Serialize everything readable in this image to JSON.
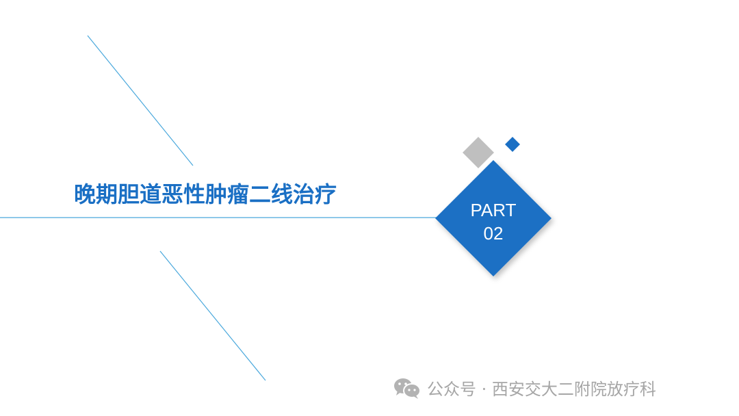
{
  "slide": {
    "title": "晚期胆道恶性肿瘤二线治疗",
    "part_label": "PART",
    "part_number": "02"
  },
  "footer": {
    "icon": "wechat-icon",
    "text": "公众号 · 西安交大二附院放疗科"
  },
  "colors": {
    "accent": "#1a6fc4",
    "gray": "#bfbfbf",
    "line": "#4aa8dc"
  }
}
